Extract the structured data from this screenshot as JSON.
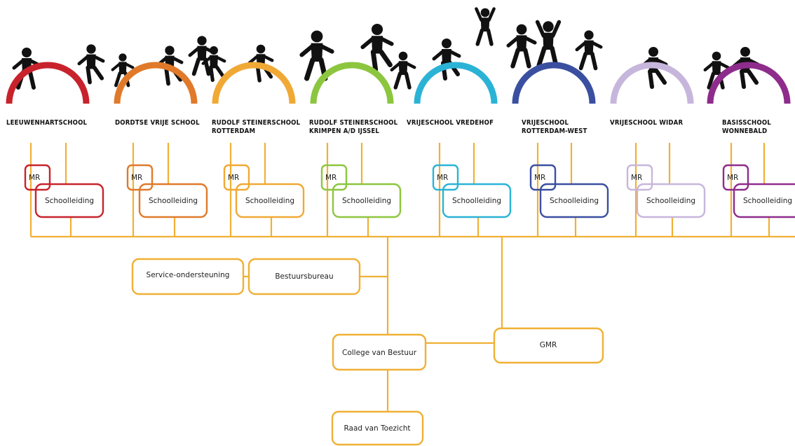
{
  "schools": [
    {
      "name": [
        "LEEUWENHARTSCHOOL"
      ],
      "color": "#c8232c"
    },
    {
      "name": [
        "DORDTSE VRIJE SCHOOL"
      ],
      "color": "#e07a2a"
    },
    {
      "name": [
        "RUDOLF STEINERSCHOOL",
        "ROTTERDAM"
      ],
      "color": "#f0a935"
    },
    {
      "name": [
        "RUDOLF STEINERSCHOOL",
        "KRIMPEN A/D IJSSEL"
      ],
      "color": "#8cc63f"
    },
    {
      "name": [
        "VRIJESCHOOL VREDEHOF"
      ],
      "color": "#2bb3d6"
    },
    {
      "name": [
        "VRIJESCHOOL",
        "ROTTERDAM-WEST"
      ],
      "color": "#3b4fa0"
    },
    {
      "name": [
        "VRIJESCHOOL WIDAR"
      ],
      "color": "#c7b6dc"
    },
    {
      "name": [
        "BASISSCHOOL",
        "WONNEBALD"
      ],
      "color": "#8e2c8c"
    }
  ],
  "mr_label": "MR",
  "schoolleiding_label": "Schoolleiding",
  "boxes": {
    "service": "Service-ondersteuning",
    "bestuursbureau": "Bestuursbureau",
    "college": "College van Bestuur",
    "gmr": "GMR",
    "raad": "Raad van Toezicht"
  },
  "line_color": "#f0b035"
}
